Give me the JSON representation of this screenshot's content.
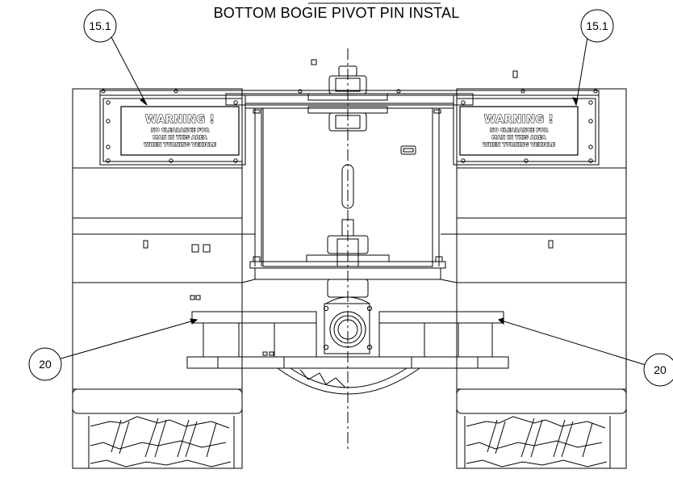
{
  "drawing": {
    "title": "BOTTOM BOGIE PIVOT PIN INSTAL",
    "callouts": [
      {
        "id": "callout-15-1-left",
        "label": "15.1"
      },
      {
        "id": "callout-15-1-right",
        "label": "15.1"
      },
      {
        "id": "callout-20-left",
        "label": "20"
      },
      {
        "id": "callout-20-right",
        "label": "20"
      }
    ],
    "warning_placard": {
      "title": "WARNING !",
      "lines": [
        "NO CLEARANCE FOR",
        "MAN IN THIS AREA",
        "WHEN TURNING VEHICLE"
      ]
    }
  }
}
